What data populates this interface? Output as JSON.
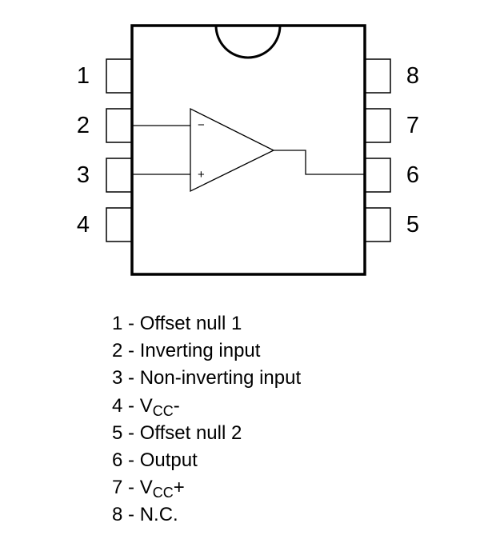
{
  "chip": {
    "left_pins": [
      {
        "number": "1"
      },
      {
        "number": "2"
      },
      {
        "number": "3"
      },
      {
        "number": "4"
      }
    ],
    "right_pins": [
      {
        "number": "8"
      },
      {
        "number": "7"
      },
      {
        "number": "6"
      },
      {
        "number": "5"
      }
    ],
    "opamp": {
      "inverting_sign": "−",
      "noninverting_sign": "+"
    }
  },
  "legend": {
    "items": [
      {
        "prefix": "1 - ",
        "text": "Offset null 1"
      },
      {
        "prefix": "2 - ",
        "text": "Inverting input"
      },
      {
        "prefix": "3 - ",
        "text": "Non-inverting input"
      },
      {
        "prefix": "4 - ",
        "text": "V",
        "sub": "CC",
        "suffix": "-"
      },
      {
        "prefix": "5 - ",
        "text": "Offset null 2"
      },
      {
        "prefix": "6 - ",
        "text": "Output"
      },
      {
        "prefix": "7 - ",
        "text": "V",
        "sub": "CC",
        "suffix": "+"
      },
      {
        "prefix": "8 - ",
        "text": "N.C."
      }
    ]
  }
}
